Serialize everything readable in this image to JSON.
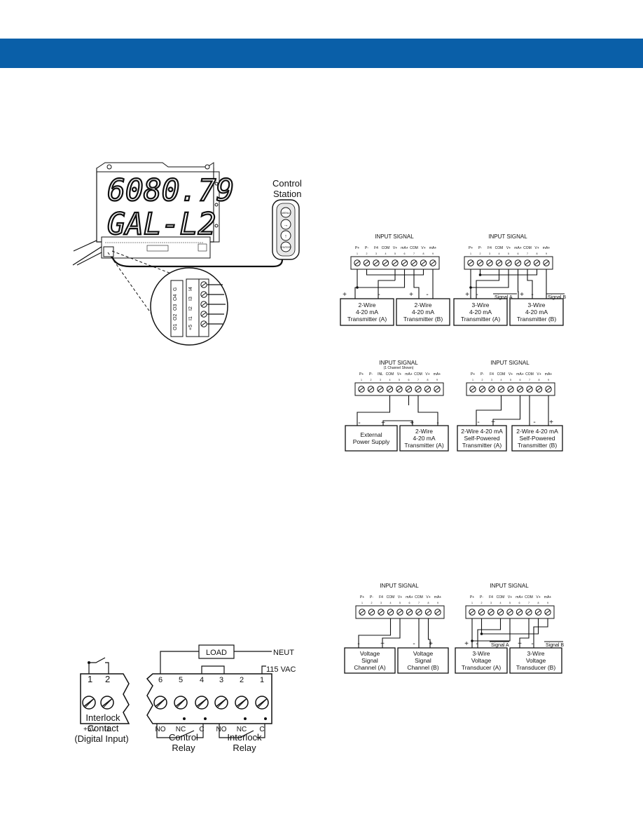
{
  "header": {
    "color": "#0a5fa8"
  },
  "meter": {
    "display_line1": "6080.79",
    "display_line2": "GAL-L2",
    "station_title1": "Control",
    "station_title2": "Station",
    "station_buttons": [
      "MENU",
      "→",
      "↑",
      "ENTER"
    ],
    "zoom_left": [
      "O1",
      "O2",
      "O3",
      "O4",
      "G"
    ],
    "zoom_right": [
      "+5",
      "I1",
      "I2",
      "I3",
      "I4"
    ]
  },
  "interlock": {
    "terminals": [
      "1",
      "2"
    ],
    "bottom_labels": [
      "+5V",
      "I1"
    ],
    "caption1": "Interlock",
    "caption2": "Contact",
    "caption3": "(Digital Input)"
  },
  "relay": {
    "load_label": "LOAD",
    "neut_label": "NEUT",
    "vac_label": "115 VAC",
    "terminals": [
      "6",
      "5",
      "4",
      "3",
      "2",
      "1"
    ],
    "bottom_labels": [
      "NO",
      "NC",
      "C",
      "NO",
      "NC",
      "C"
    ],
    "control_caption1": "Control",
    "control_caption2": "Relay",
    "interlock_caption1": "Interlock",
    "interlock_caption2": "Relay"
  },
  "wiring": {
    "title": "INPUT SIGNAL",
    "subtitle_one_channel": "(1 Channel Shown)",
    "pins_std": [
      "P+",
      "P-",
      "F4",
      "COM",
      "V+",
      "mA+",
      "COM",
      "V+",
      "mA+"
    ],
    "pins_alt": [
      "P+",
      "P-",
      "INL",
      "COM",
      "V+",
      "mA+",
      "COM",
      "V+",
      "mA+"
    ],
    "pin_numbers": [
      "1",
      "2",
      "3",
      "4",
      "5",
      "6",
      "7",
      "8",
      "9"
    ],
    "plus": "+",
    "minus": "-",
    "signal_a": "Signal A",
    "signal_b": "Signal B",
    "d1": {
      "box_a": [
        "2-Wire",
        "4-20 mA",
        "Transmitter (A)"
      ],
      "box_b": [
        "2-Wire",
        "4-20 mA",
        "Transmitter (B)"
      ]
    },
    "d2": {
      "box_a": [
        "3-Wire",
        "4-20 mA",
        "Transmitter (A)"
      ],
      "box_b": [
        "3-Wire",
        "4-20 mA",
        "Transmitter (B)"
      ]
    },
    "d3": {
      "box_a": [
        "External",
        "Power Supply"
      ],
      "box_b": [
        "2-Wire",
        "4-20 mA",
        "Transmitter (A)"
      ]
    },
    "d4": {
      "box_a": [
        "2-Wire 4-20 mA",
        "Self-Powered",
        "Transmitter (A)"
      ],
      "box_b": [
        "2-Wire 4-20 mA",
        "Self-Powered",
        "Transmitter (B)"
      ]
    },
    "d5": {
      "box_a": [
        "Voltage",
        "Signal",
        "Channel (A)"
      ],
      "box_b": [
        "Voltage",
        "Signal",
        "Channel (B)"
      ]
    },
    "d6": {
      "box_a": [
        "3-Wire",
        "Voltage",
        "Transducer (A)"
      ],
      "box_b": [
        "3-Wire",
        "Voltage",
        "Transducer (B)"
      ]
    }
  }
}
